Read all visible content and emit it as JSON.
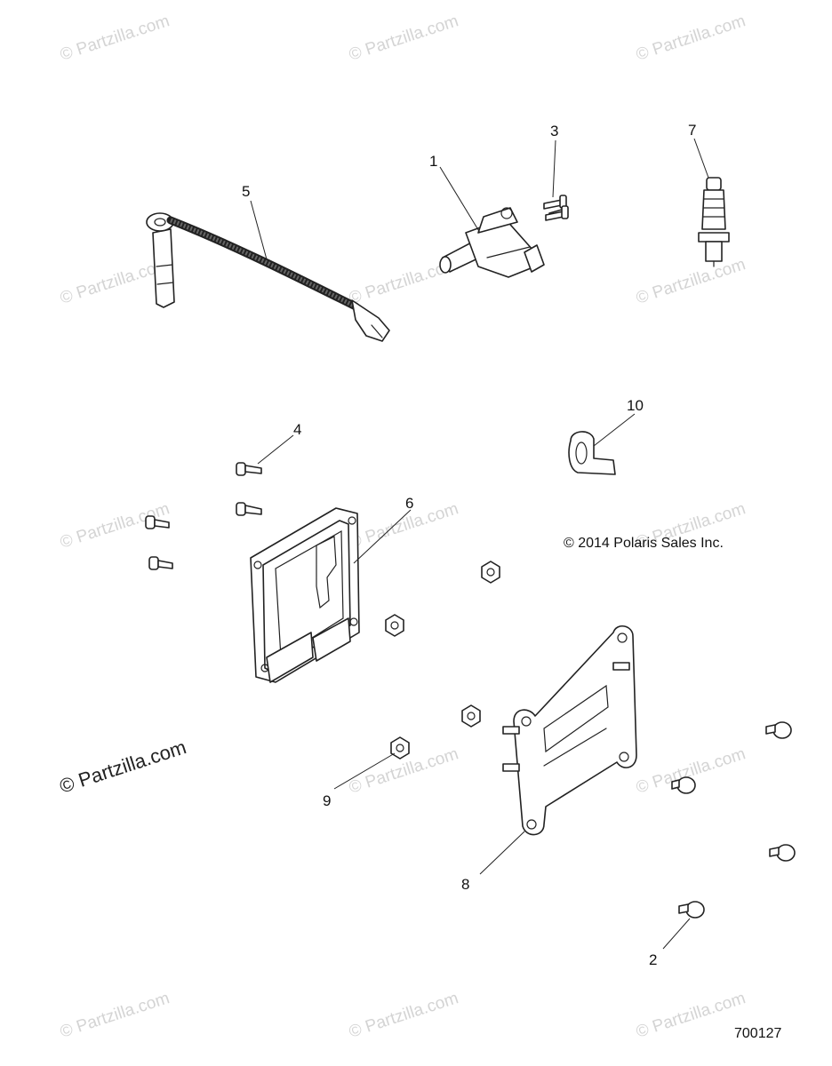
{
  "watermark": {
    "text": "© Partzilla.com",
    "color": "#d4d4d4",
    "highlight_color": "#222222"
  },
  "copyright": "© 2014 Polaris Sales Inc.",
  "drawing_number": "700127",
  "callouts": {
    "c1": "1",
    "c2": "2",
    "c3": "3",
    "c4": "4",
    "c5": "5",
    "c6": "6",
    "c7": "7",
    "c8": "8",
    "c9": "9",
    "c10": "10"
  },
  "icons": {
    "ignition_coil": "ignition-coil-icon",
    "spark_plug": "spark-plug-icon",
    "ecu": "ecu-module-icon",
    "bracket": "mounting-bracket-icon",
    "clamp": "p-clamp-icon"
  }
}
